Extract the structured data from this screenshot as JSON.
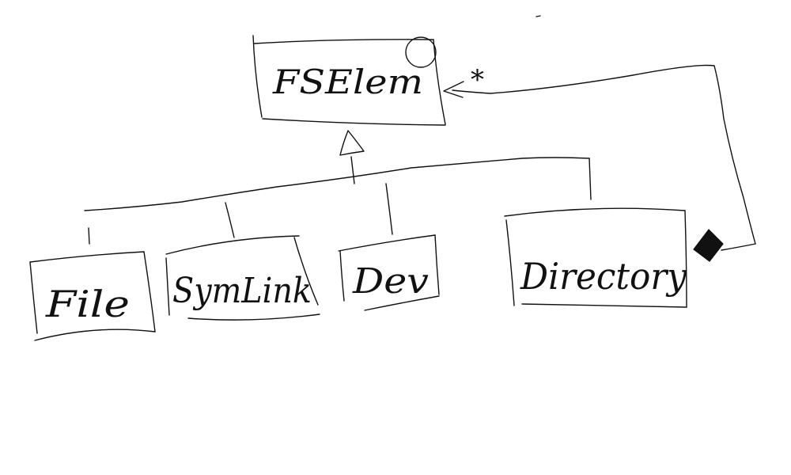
{
  "diagram": {
    "nodes": {
      "parent": {
        "label": "FSElem"
      },
      "file": {
        "label": "File"
      },
      "symlink": {
        "label": "SymLink"
      },
      "dev": {
        "label": "Dev"
      },
      "directory": {
        "label": "Directory"
      }
    },
    "association": {
      "multiplicity": "*"
    },
    "colors": {
      "ink": "#111111",
      "background": "#ffffff"
    }
  }
}
